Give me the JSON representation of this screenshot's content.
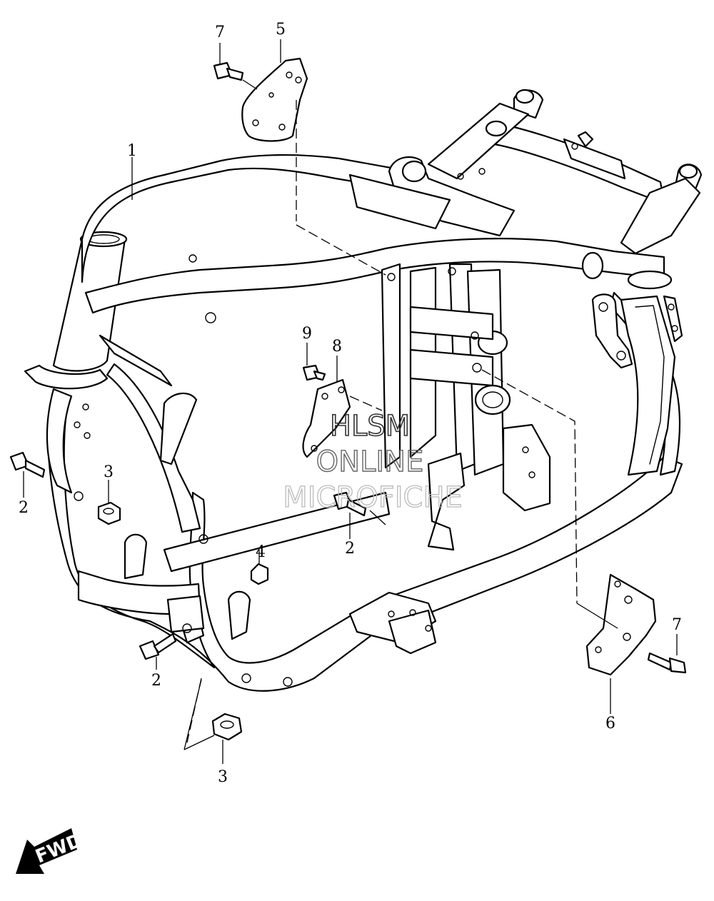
{
  "callouts": [
    {
      "id": "frame",
      "label": "1"
    },
    {
      "id": "bolt-left-upper",
      "label": "2"
    },
    {
      "id": "bolt-center",
      "label": "2"
    },
    {
      "id": "bolt-left-lower",
      "label": "2"
    },
    {
      "id": "nut-left",
      "label": "3"
    },
    {
      "id": "nut-bottom",
      "label": "3"
    },
    {
      "id": "plug",
      "label": "4"
    },
    {
      "id": "bracket-upper",
      "label": "5"
    },
    {
      "id": "bracket-right",
      "label": "6"
    },
    {
      "id": "bolt-top",
      "label": "7"
    },
    {
      "id": "bolt-right",
      "label": "7"
    },
    {
      "id": "bracket-center",
      "label": "8"
    },
    {
      "id": "bolt-center-small",
      "label": "9"
    }
  ],
  "watermark": {
    "line1": "HLSM",
    "line2": "ONLINE",
    "line3": "MICROFICHE"
  },
  "direction_badge": {
    "label": "FWD"
  }
}
